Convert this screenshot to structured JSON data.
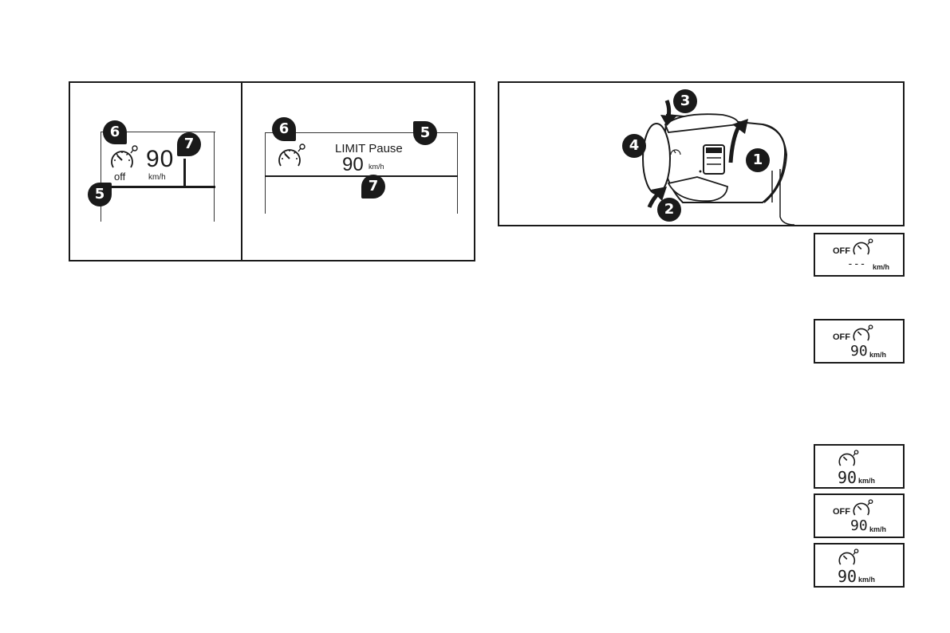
{
  "panel_a": {
    "speed_value": "90",
    "speed_unit": "km/h",
    "status": "off",
    "callouts": [
      "6",
      "7",
      "5"
    ]
  },
  "panel_b": {
    "status_line": "LIMIT Pause",
    "speed_value": "90",
    "speed_unit": "km/h",
    "callouts": [
      "6",
      "5",
      "7"
    ]
  },
  "stalk_panel": {
    "callouts": [
      "3",
      "4",
      "1",
      "2"
    ]
  },
  "mini_displays": [
    {
      "off": "OFF",
      "value": "---",
      "unit": "km/h"
    },
    {
      "off": "OFF",
      "value": "90",
      "unit": "km/h"
    },
    {
      "off": "",
      "value": "90",
      "unit": "km/h"
    },
    {
      "off": "OFF",
      "value": "90",
      "unit": "km/h"
    },
    {
      "off": "",
      "value": "90",
      "unit": "km/h"
    }
  ],
  "icon": "speed-limiter-icon"
}
